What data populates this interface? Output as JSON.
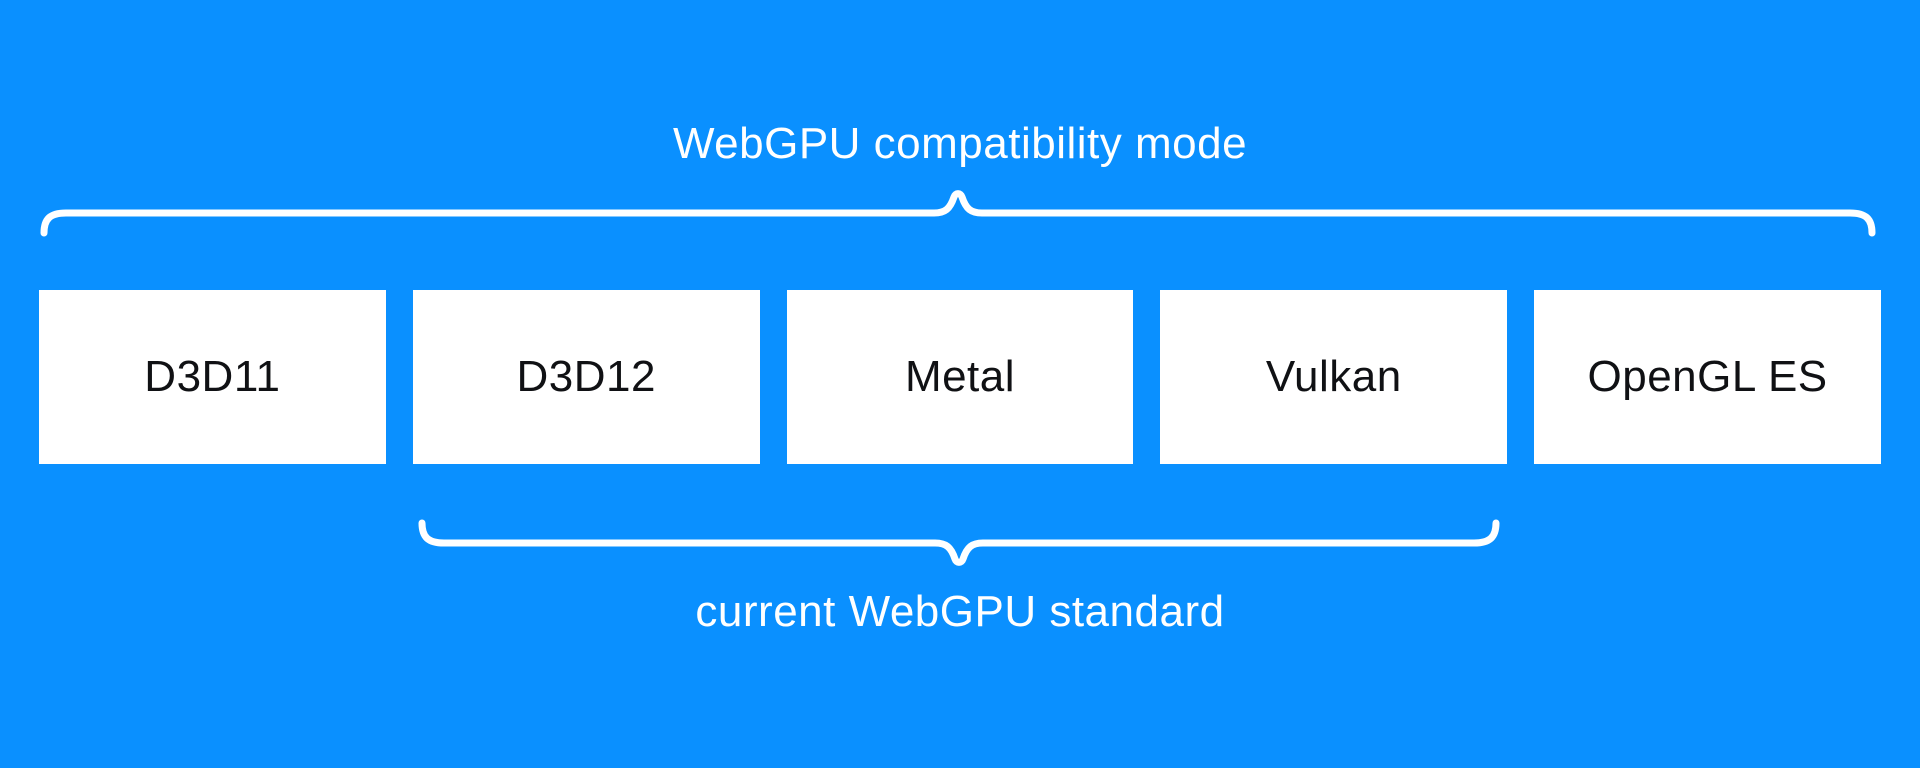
{
  "colors": {
    "background": "#0a90ff",
    "box_background": "#ffffff",
    "box_text": "#101114",
    "label_text": "#ffffff",
    "brace": "#ffffff"
  },
  "diagram": {
    "top_label": "WebGPU compatibility mode",
    "bottom_label": "current WebGPU standard",
    "boxes": [
      {
        "label": "D3D11"
      },
      {
        "label": "D3D12"
      },
      {
        "label": "Metal"
      },
      {
        "label": "Vulkan"
      },
      {
        "label": "OpenGL ES"
      }
    ]
  }
}
